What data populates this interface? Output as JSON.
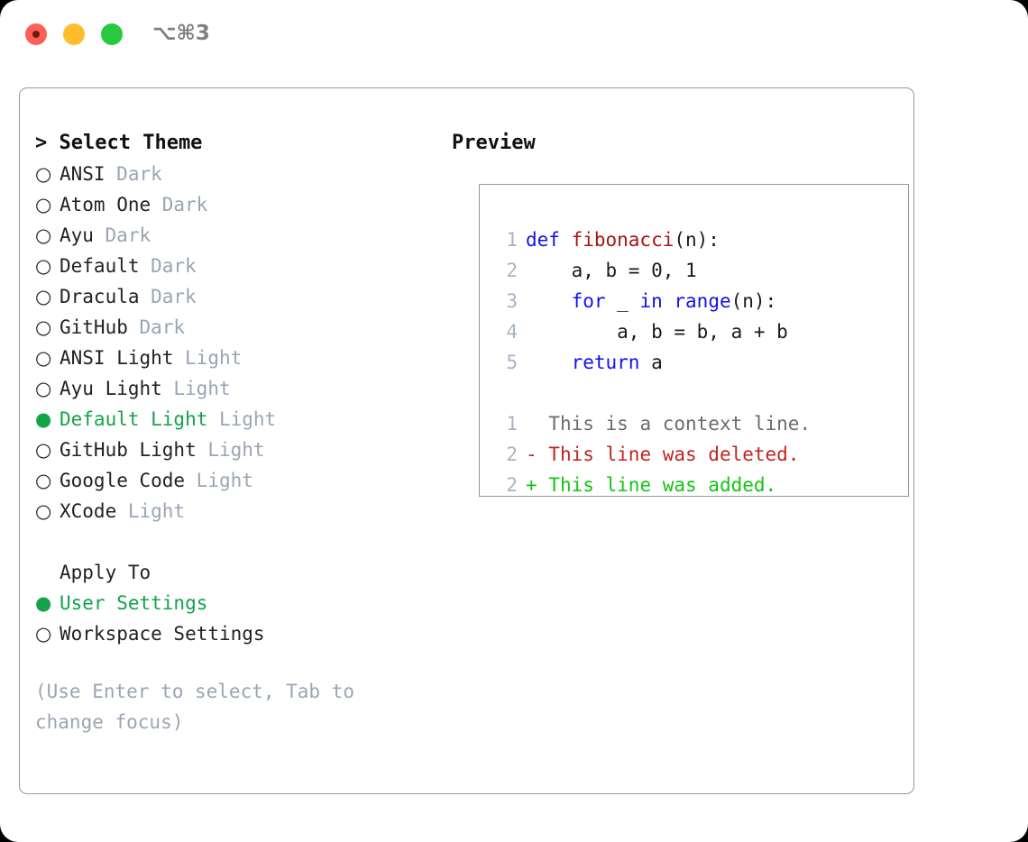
{
  "titlebar": {
    "shortcut": "⌥⌘3",
    "lights": [
      "close-red",
      "minimize-yellow",
      "maximize-green"
    ]
  },
  "theme_panel": {
    "title": "> Select Theme",
    "options": [
      {
        "marker": "○",
        "name": "ANSI",
        "variant": "Dark",
        "selected": false
      },
      {
        "marker": "○",
        "name": "Atom One",
        "variant": "Dark",
        "selected": false
      },
      {
        "marker": "○",
        "name": "Ayu",
        "variant": "Dark",
        "selected": false
      },
      {
        "marker": "○",
        "name": "Default",
        "variant": "Dark",
        "selected": false
      },
      {
        "marker": "○",
        "name": "Dracula",
        "variant": "Dark",
        "selected": false
      },
      {
        "marker": "○",
        "name": "GitHub",
        "variant": "Dark",
        "selected": false
      },
      {
        "marker": "○",
        "name": "ANSI Light",
        "variant": "Light",
        "selected": false
      },
      {
        "marker": "○",
        "name": "Ayu Light",
        "variant": "Light",
        "selected": false
      },
      {
        "marker": "●",
        "name": "Default Light",
        "variant": "Light",
        "selected": true
      },
      {
        "marker": "○",
        "name": "GitHub Light",
        "variant": "Light",
        "selected": false
      },
      {
        "marker": "○",
        "name": "Google Code",
        "variant": "Light",
        "selected": false
      },
      {
        "marker": "○",
        "name": "XCode",
        "variant": "Light",
        "selected": false
      }
    ],
    "apply_to": {
      "header": "Apply To",
      "options": [
        {
          "marker": "●",
          "name": "User Settings",
          "selected": true
        },
        {
          "marker": "○",
          "name": "Workspace Settings",
          "selected": false
        }
      ]
    },
    "hint": "(Use Enter to select, Tab to change focus)"
  },
  "preview": {
    "title": "Preview",
    "code_lines": [
      {
        "n": "1",
        "segments": [
          {
            "t": "def ",
            "cls": "tok-kw"
          },
          {
            "t": "fibonacci",
            "cls": "tok-fn"
          },
          {
            "t": "(n):",
            "cls": "tok-txt"
          }
        ]
      },
      {
        "n": "2",
        "segments": [
          {
            "t": "    a, b = 0, 1",
            "cls": "tok-txt"
          }
        ]
      },
      {
        "n": "3",
        "segments": [
          {
            "t": "    ",
            "cls": "tok-txt"
          },
          {
            "t": "for ",
            "cls": "tok-kw"
          },
          {
            "t": "_ ",
            "cls": "tok-txt"
          },
          {
            "t": "in ",
            "cls": "tok-kw"
          },
          {
            "t": "range",
            "cls": "tok-kw"
          },
          {
            "t": "(n):",
            "cls": "tok-txt"
          }
        ]
      },
      {
        "n": "4",
        "segments": [
          {
            "t": "        a, b = b, a + b",
            "cls": "tok-txt"
          }
        ]
      },
      {
        "n": "5",
        "segments": [
          {
            "t": "    ",
            "cls": "tok-txt"
          },
          {
            "t": "return ",
            "cls": "tok-kw"
          },
          {
            "t": "a",
            "cls": "tok-txt"
          }
        ]
      }
    ],
    "diff_lines": [
      {
        "n": "1",
        "marker": " ",
        "text": " This is a context line.",
        "cls": "diff-ctx"
      },
      {
        "n": "2",
        "marker": "-",
        "text": " This line was deleted.",
        "cls": "diff-del"
      },
      {
        "n": "2",
        "marker": "+",
        "text": " This line was added.",
        "cls": "diff-add"
      }
    ]
  },
  "colors": {
    "selected_green": "#13a34a",
    "muted_gray": "#9aa5b4",
    "border": "#8e99ab",
    "keyword_blue": "#1111ee",
    "function_red": "#a81414",
    "diff_delete": "#c0241f",
    "diff_add": "#12c412",
    "linenumber": "#a9b4c2"
  }
}
